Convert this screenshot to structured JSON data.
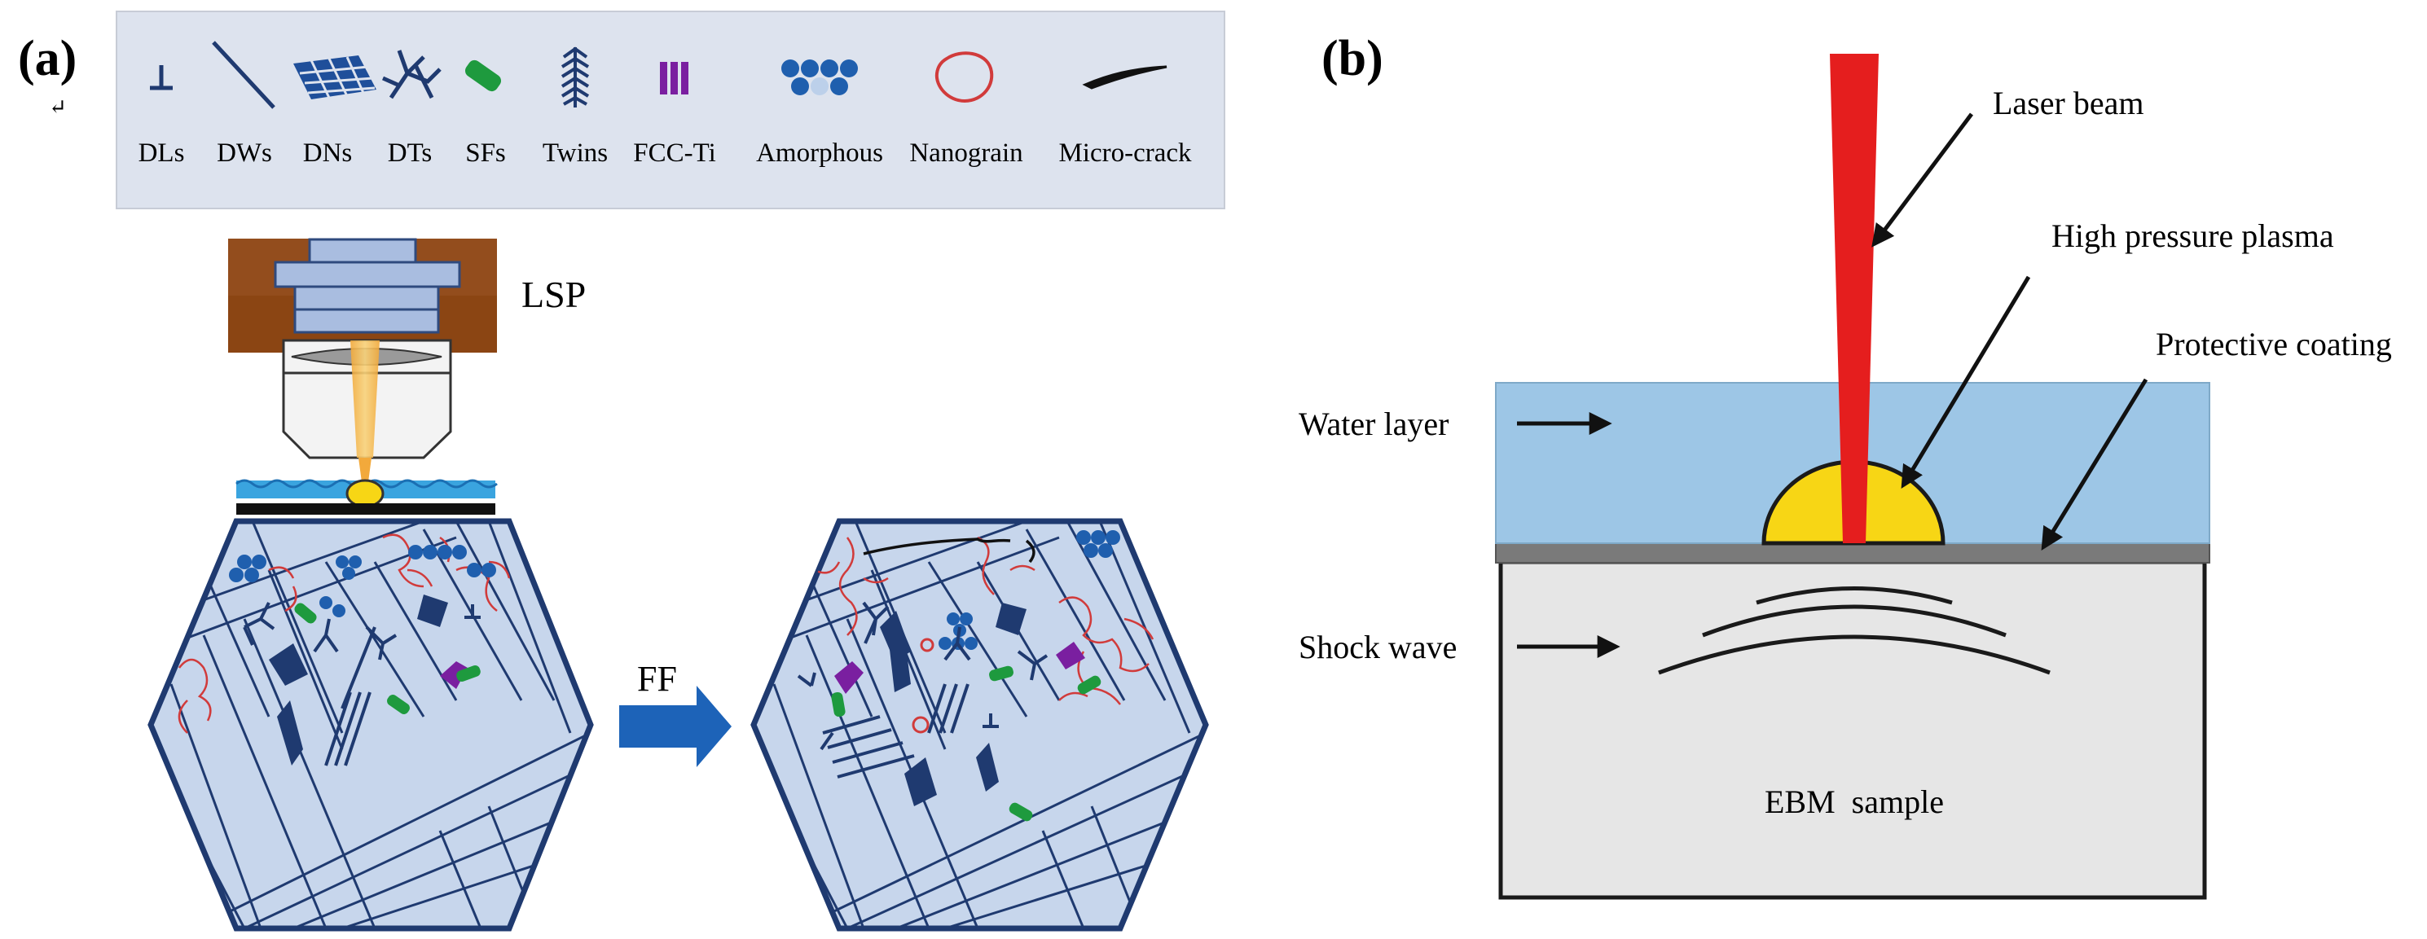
{
  "panel_a": {
    "label": "(a)",
    "mark": "↵",
    "legend": {
      "items": [
        {
          "label": "DLs",
          "icon": "dislocation-line-icon"
        },
        {
          "label": "DWs",
          "icon": "dislocation-wall-icon"
        },
        {
          "label": "DNs",
          "icon": "dislocation-network-icon"
        },
        {
          "label": "DTs",
          "icon": "dislocation-tangle-icon"
        },
        {
          "label": "SFs",
          "icon": "stacking-fault-icon"
        },
        {
          "label": "Twins",
          "icon": "twin-icon"
        },
        {
          "label": "FCC-Ti",
          "icon": "fcc-ti-icon"
        },
        {
          "label": "Amorphous",
          "icon": "amorphous-icon"
        },
        {
          "label": "Nanograin",
          "icon": "nanograin-icon"
        },
        {
          "label": "Micro-crack",
          "icon": "micro-crack-icon"
        }
      ]
    },
    "lsp_label": "LSP",
    "ff_label": "FF"
  },
  "panel_b": {
    "label": "(b)",
    "annotations": {
      "laser_beam": "Laser beam",
      "plasma": "High pressure plasma",
      "coating": "Protective coating",
      "water": "Water layer",
      "shock": "Shock wave",
      "sample": "EBM  sample"
    }
  },
  "colors": {
    "legend_bg": "#dde3ee",
    "crystal_fill": "#c7d6ec",
    "crystal_edge": "#1f3a70",
    "grain_boundary": "#d13b3b",
    "water": "#9dc6e6",
    "plasma": "#f7d615",
    "laser": "#e51e1e",
    "sample": "#e6e6e6",
    "coating": "#7a7a7a",
    "arrow_ff": "#1d63b8",
    "lsp_housing": "#8b4513"
  }
}
